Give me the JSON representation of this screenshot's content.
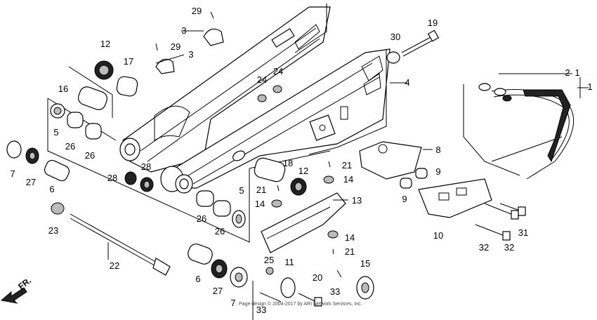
{
  "diagram": {
    "labels": {
      "l1": "1",
      "l2": "2",
      "l3a": "3",
      "l3b": "3",
      "l4": "4",
      "l5a": "5",
      "l5b": "5",
      "l6a": "6",
      "l6b": "6",
      "l7a": "7",
      "l7b": "7",
      "l8": "8",
      "l9a": "9",
      "l9b": "9",
      "l10": "10",
      "l11": "11",
      "l12a": "12",
      "l12b": "12",
      "l13": "13",
      "l14a": "14",
      "l14b": "14",
      "l14c": "14",
      "l15": "15",
      "l16": "16",
      "l17": "17",
      "l18": "18",
      "l19": "19",
      "l20": "20",
      "l21a": "21",
      "l21b": "21",
      "l21c": "21",
      "l22": "22",
      "l23": "23",
      "l24a": "24",
      "l24b": "24",
      "l25": "25",
      "l26a": "26",
      "l26b": "26",
      "l26c": "26",
      "l26d": "26",
      "l27a": "27",
      "l27b": "27",
      "l28a": "28",
      "l28b": "28",
      "l29a": "29",
      "l29b": "29",
      "l30": "30",
      "l31": "31",
      "l32a": "32",
      "l32b": "32",
      "l33a": "33",
      "l33b": "33"
    },
    "direction": "FR.",
    "copyright": "Page design © 2004-2017 by ARI Network Services, Inc."
  }
}
